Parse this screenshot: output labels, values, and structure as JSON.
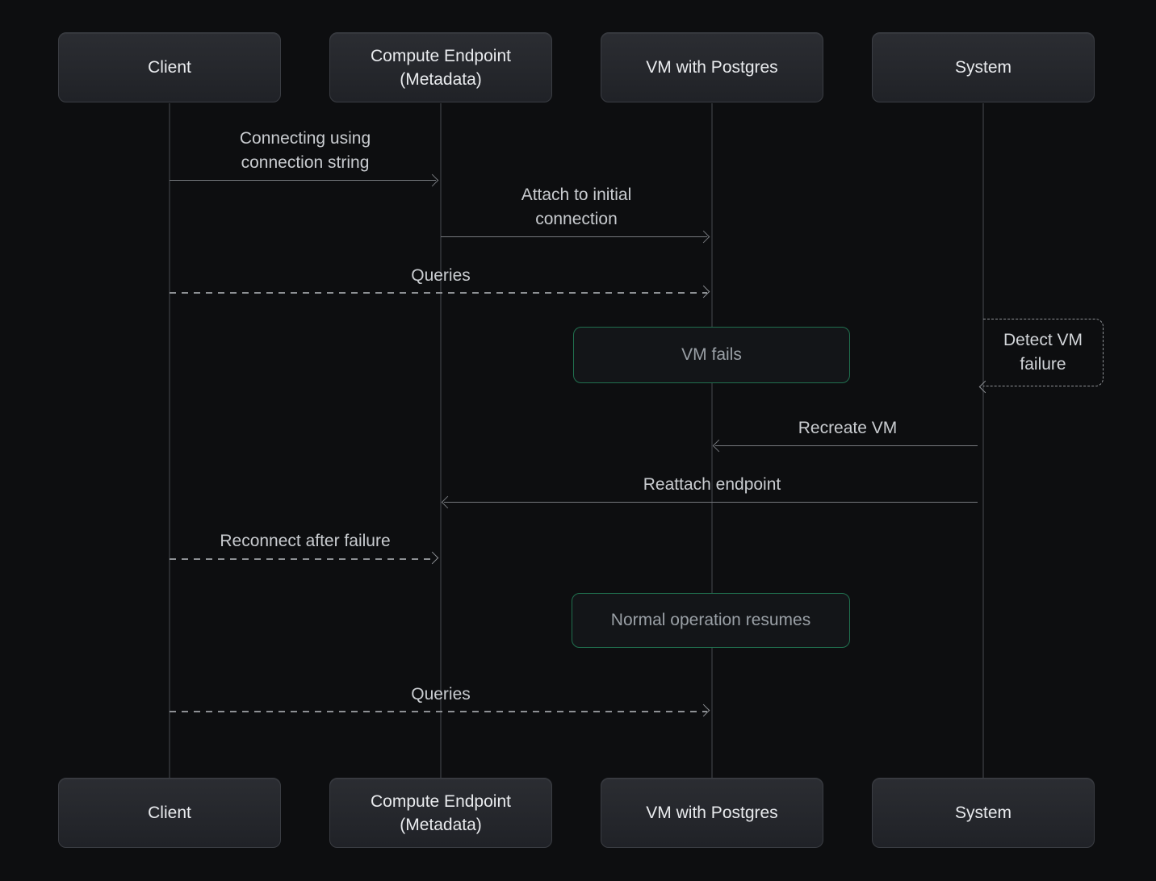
{
  "diagram": {
    "type": "sequence",
    "actors": [
      {
        "label": "Client"
      },
      {
        "label": "Compute Endpoint (Metadata)"
      },
      {
        "label": "VM with Postgres"
      },
      {
        "label": "System"
      }
    ],
    "messages": [
      {
        "label": "Connecting using connection string",
        "from": "Client",
        "to": "Compute Endpoint (Metadata)",
        "line": "solid"
      },
      {
        "label": "Attach to initial connection",
        "from": "Compute Endpoint (Metadata)",
        "to": "VM with Postgres",
        "line": "solid"
      },
      {
        "label": "Queries",
        "from": "Client",
        "to": "VM with Postgres",
        "line": "dashed"
      },
      {
        "label": "Recreate VM",
        "from": "System",
        "to": "VM with Postgres",
        "line": "solid"
      },
      {
        "label": "Reattach endpoint",
        "from": "System",
        "to": "Compute Endpoint (Metadata)",
        "line": "solid"
      },
      {
        "label": "Reconnect after failure",
        "from": "Client",
        "to": "Compute Endpoint (Metadata)",
        "line": "dashed"
      },
      {
        "label": "Queries",
        "from": "Client",
        "to": "VM with Postgres",
        "line": "dashed"
      }
    ],
    "notes": [
      {
        "label": "VM fails",
        "over": "VM with Postgres"
      },
      {
        "label": "Normal operation resumes",
        "over": "VM with Postgres"
      }
    ],
    "self_message": {
      "label": "Detect VM failure",
      "actor": "System",
      "line": "dashed"
    },
    "colors": {
      "background": "#0d0e10",
      "actor_fill": "#26282d",
      "note_border": "#20704f",
      "solid_line": "#75787d",
      "dashed_line": "#8d9094"
    }
  }
}
